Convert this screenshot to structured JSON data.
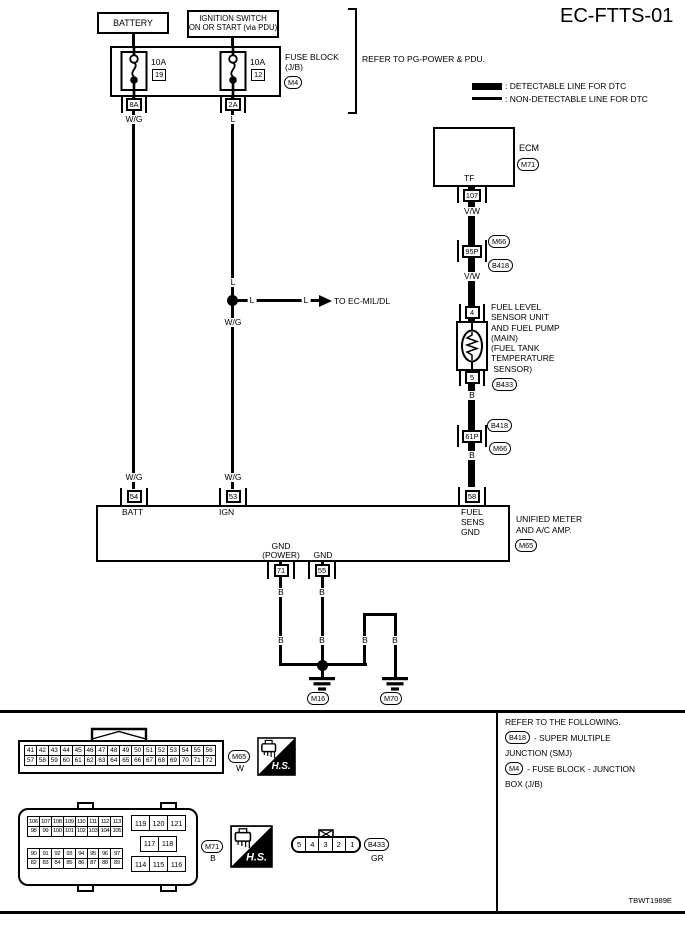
{
  "title": "EC-FTTS-01",
  "legend": {
    "refer": "REFER TO PG-POWER & PDU.",
    "detectable": ": DETECTABLE LINE FOR DTC",
    "non_detectable": ": NON-DETECTABLE LINE FOR DTC"
  },
  "power": {
    "battery": "BATTERY",
    "ignition_line1": "IGNITION SWITCH",
    "ignition_line2": "ON OR START (via PDU)",
    "fuse_block_line1": "FUSE BLOCK",
    "fuse_block_line2": "(J/B)",
    "fuse_block_ref": "M4",
    "fuse1_amp": "10A",
    "fuse1_num": "19",
    "fuse2_amp": "10A",
    "fuse2_num": "12",
    "pin_8a": "8A",
    "pin_2a": "2A"
  },
  "wires": {
    "wg": "W/G",
    "l": "L",
    "vw": "V/W",
    "b": "B"
  },
  "branch": {
    "label": "L",
    "to": "TO EC-MIL/DL"
  },
  "ecm": {
    "name": "ECM",
    "ref": "M71",
    "pin_name": "TF",
    "pin": "107"
  },
  "smj_95p": {
    "pin": "95P",
    "ref_top": "M66",
    "ref_bottom": "B418"
  },
  "fuel_sensor": {
    "pin_top": "4",
    "pin_bottom": "5",
    "ref": "B433",
    "desc_lines": [
      "FUEL LEVEL",
      "SENSOR UNIT",
      "AND FUEL PUMP",
      "(MAIN)",
      "(FUEL TANK",
      "TEMPERATURE",
      " SENSOR)"
    ]
  },
  "smj_61p": {
    "pin": "61P",
    "ref_top": "B418",
    "ref_bottom": "M66"
  },
  "meter": {
    "pin_54": "54",
    "pin_53": "53",
    "pin_58": "58",
    "batt": "BATT",
    "ign": "IGN",
    "fuel_sens_gnd_lines": [
      "FUEL",
      "SENS",
      "GND"
    ],
    "name_line1": "UNIFIED METER",
    "name_line2": "AND A/C AMP.",
    "ref": "M65",
    "gnd_power_line1": "GND",
    "gnd_power_line2": "(POWER)",
    "gnd": "GND",
    "pin_71": "71",
    "pin_55": "55"
  },
  "grounds": {
    "m16": "M16",
    "m70": "M70"
  },
  "footer": {
    "refer": "REFER TO THE FOLLOWING.",
    "b418": "B418",
    "b418_text": "- SUPER MULTIPLE",
    "smj_line": "JUNCTION (SMJ)",
    "m4": "M4",
    "m4_text": "- FUSE BLOCK - JUNCTION",
    "jb_line": "BOX (J/B)",
    "code": "TBWT1989E"
  },
  "connector_views": {
    "m65": {
      "rows": [
        [
          "41",
          "42",
          "43",
          "44",
          "45",
          "46",
          "47",
          "48",
          "49",
          "50",
          "51",
          "52",
          "53",
          "54",
          "55",
          "56"
        ],
        [
          "57",
          "58",
          "59",
          "60",
          "61",
          "62",
          "63",
          "64",
          "65",
          "66",
          "67",
          "68",
          "69",
          "70",
          "71",
          "72"
        ]
      ],
      "ref": "M65",
      "color": "W",
      "hs": "H.S."
    },
    "m71": {
      "top_rows": [
        [
          "106",
          "107",
          "108",
          "109",
          "110",
          "111",
          "112",
          "113"
        ],
        [
          "98",
          "99",
          "100",
          "101",
          "102",
          "103",
          "104",
          "105"
        ]
      ],
      "bottom_rows": [
        [
          "90",
          "91",
          "92",
          "93",
          "94",
          "95",
          "96",
          "97"
        ],
        [
          "82",
          "83",
          "84",
          "85",
          "86",
          "87",
          "88",
          "89"
        ]
      ],
      "right_rows": [
        [
          "119",
          "120",
          "121"
        ],
        [
          "117",
          "118"
        ],
        [
          "114",
          "115",
          "116"
        ]
      ],
      "ref": "M71",
      "color": "B",
      "hs": "H.S."
    },
    "b433": {
      "rows": [
        [
          "5",
          "4",
          "3",
          "2",
          "1"
        ]
      ],
      "ref": "B433",
      "color": "GR"
    }
  }
}
